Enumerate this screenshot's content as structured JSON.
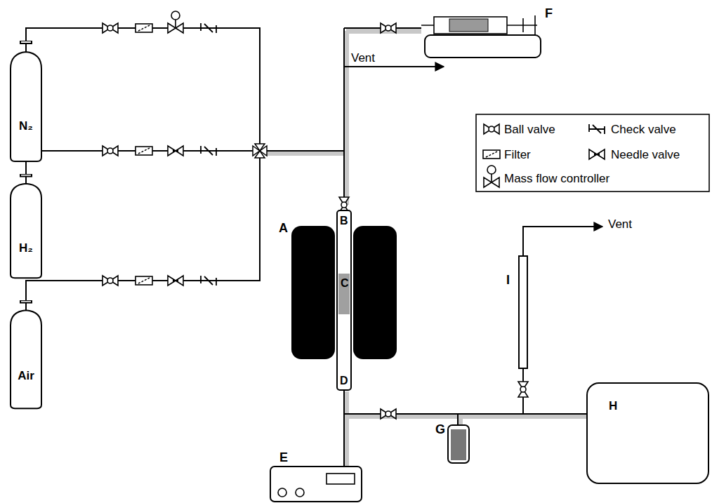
{
  "diagram": {
    "nodes": [
      {
        "text": [
          "N₂"
        ]
      },
      {
        "text": [
          "H₂"
        ]
      },
      {
        "text": [
          "Air"
        ]
      },
      {
        "text": [
          "H"
        ]
      }
    ],
    "labels": [
      "A",
      "B",
      "C",
      "D",
      "E",
      "F",
      "G",
      "I",
      "Vent",
      "Vent"
    ],
    "legend": [
      {
        "text": "Ball valve"
      },
      {
        "text": "Check valve"
      },
      {
        "text": "Filter"
      },
      {
        "text": "Needle valve"
      },
      {
        "text": "Mass flow controller"
      }
    ]
  }
}
